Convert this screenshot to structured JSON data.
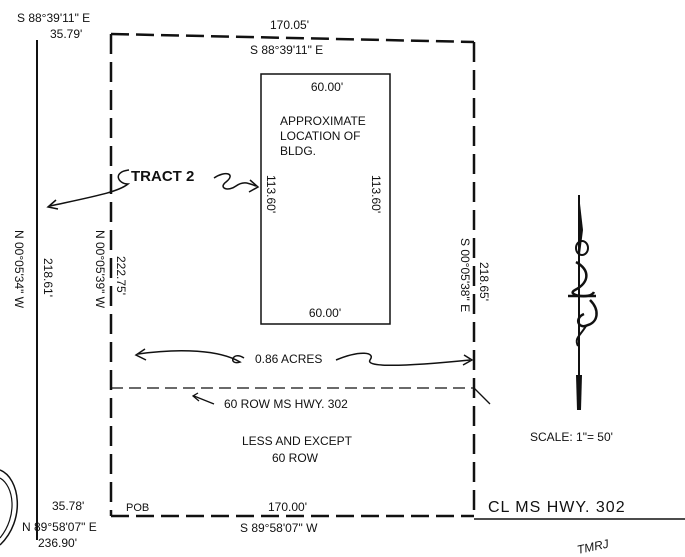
{
  "plat": {
    "west_outer_bearing_top": "S 88°39'11\" E",
    "west_outer_dist_top": "35.79'",
    "north_dist": "170.05'",
    "north_bearing": "S 88°39'11\" E",
    "west_outer_bearing": "N 00°05'34\" W",
    "west_outer_dist": "218.61'",
    "west_inner_bearing": "N 00°05'39\" W",
    "west_inner_dist": "222.75'",
    "east_bearing": "S 00°05'38\" E",
    "east_dist": "218.65'",
    "tract_label": "TRACT 2",
    "acres_label": "0.86 ACRES",
    "row_label": "60 ROW MS HWY. 302",
    "less_except_line1": "LESS AND EXCEPT",
    "less_except_line2": "60 ROW",
    "south_left_dist": "35.78'",
    "pob_label": "POB",
    "south_dist": "170.00'",
    "south_bearing": "S 89°58'07\" W",
    "south_outer_bearing": "N 89°58'07\" E",
    "south_outer_dist": "236.90'",
    "centerline_label": "CL MS HWY. 302",
    "scale_label": "SCALE: 1\"= 50'",
    "handwriting": "TMRJ"
  },
  "building": {
    "top_dist": "60.00'",
    "bottom_dist": "60.00'",
    "left_dist": "113.60'",
    "right_dist": "113.60'",
    "caption_line1": "APPROXIMATE",
    "caption_line2": "LOCATION OF",
    "caption_line3": "BLDG."
  }
}
